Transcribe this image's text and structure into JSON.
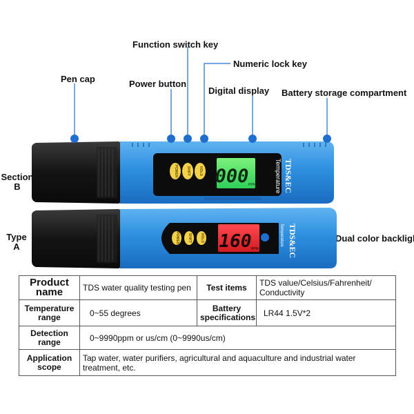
{
  "callouts": {
    "function_switch_key": "Function switch key",
    "numeric_lock_key": "Numeric lock key",
    "pen_cap": "Pen cap",
    "power_button": "Power button",
    "digital_display": "Digital display",
    "battery_storage_compartment": "Battery storage compartment",
    "dual_color_backlight": "Dual color backlight"
  },
  "side_labels": {
    "section_b_line1": "Section",
    "section_b_line2": "B",
    "type_a_line1": "Type",
    "type_a_line2": "A"
  },
  "device_b": {
    "display_value": "000",
    "display_unit": "PPM",
    "brand": "TDS&EC",
    "subtitle": "Temperature",
    "keys": [
      "POWER",
      "SHIFT",
      "HOLD"
    ]
  },
  "device_a": {
    "display_value": "160",
    "display_unit": "PPM",
    "brand": "TDS&EC",
    "subtitle": "Temperature",
    "keys": [
      "POWER",
      "SHIFT",
      "HOLD"
    ]
  },
  "colors": {
    "body_blue": "#2e8fe0",
    "cap_black": "#1a1a1a",
    "callout_dot": "#1f6fd1",
    "display_green": "#3ee06a",
    "display_red": "#e8232a",
    "key_yellow": "#f3d24a"
  },
  "spec_table": {
    "product_name_label": "Product name",
    "product_name_value": "TDS water quality testing pen",
    "test_items_label": "Test items",
    "test_items_value": "TDS value/Celsius/Fahrenheit/ Conductivity",
    "temperature_range_label": "Temperature range",
    "temperature_range_value": "0~55 degrees",
    "battery_label": "Battery specifications",
    "battery_value": "LR44 1.5V*2",
    "detection_range_label": "Detection range",
    "detection_range_value": "0~9990ppm or us/cm (0~9990us/cm)",
    "application_scope_label": "Application scope",
    "application_scope_value": "Tap water, water purifiers, agricultural and aquaculture and industrial water treatment, etc."
  }
}
